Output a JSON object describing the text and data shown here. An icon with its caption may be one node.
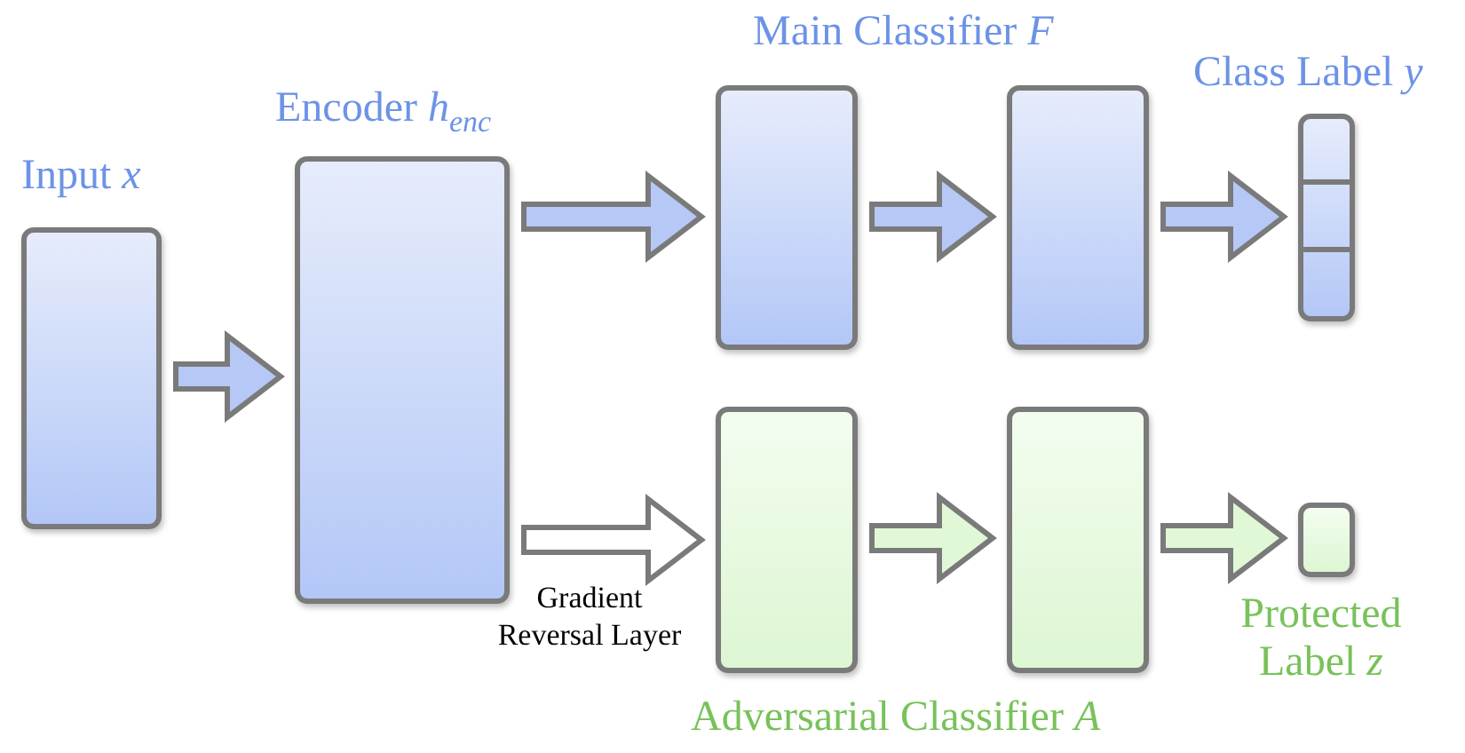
{
  "diagram": {
    "nodes": [
      {
        "text": [
          "Input *x*"
        ]
      },
      {
        "text": [
          "Encoder *h*$_{enc}$"
        ]
      },
      {
        "text": [],
        "shape": "box"
      },
      {
        "text": [],
        "shape": "box"
      },
      {
        "text": [
          "Class Label *y*"
        ]
      },
      {
        "text": [],
        "shape": "box"
      },
      {
        "text": [],
        "shape": "box"
      },
      {
        "text": [
          "Protected Label *z*"
        ]
      }
    ],
    "edges": [
      {
        "from": 0,
        "to": 1,
        "arrow": "to"
      },
      {
        "from": 1,
        "to": 2,
        "arrow": "to"
      },
      {
        "from": 2,
        "to": 3,
        "arrow": "to"
      },
      {
        "from": 3,
        "to": 4,
        "arrow": "to"
      },
      {
        "from": 1,
        "to": 5,
        "arrow": "to",
        "label": "Gradient Reversal Layer",
        "color": "#ffffff"
      },
      {
        "from": 5,
        "to": 6,
        "arrow": "to",
        "color": "#e0f8d6"
      },
      {
        "from": 6,
        "to": 7,
        "arrow": "to",
        "color": "#e0f8d6"
      }
    ],
    "labels": [
      "Main Classifier *F*",
      "Adversarial Classifier *A*"
    ]
  }
}
